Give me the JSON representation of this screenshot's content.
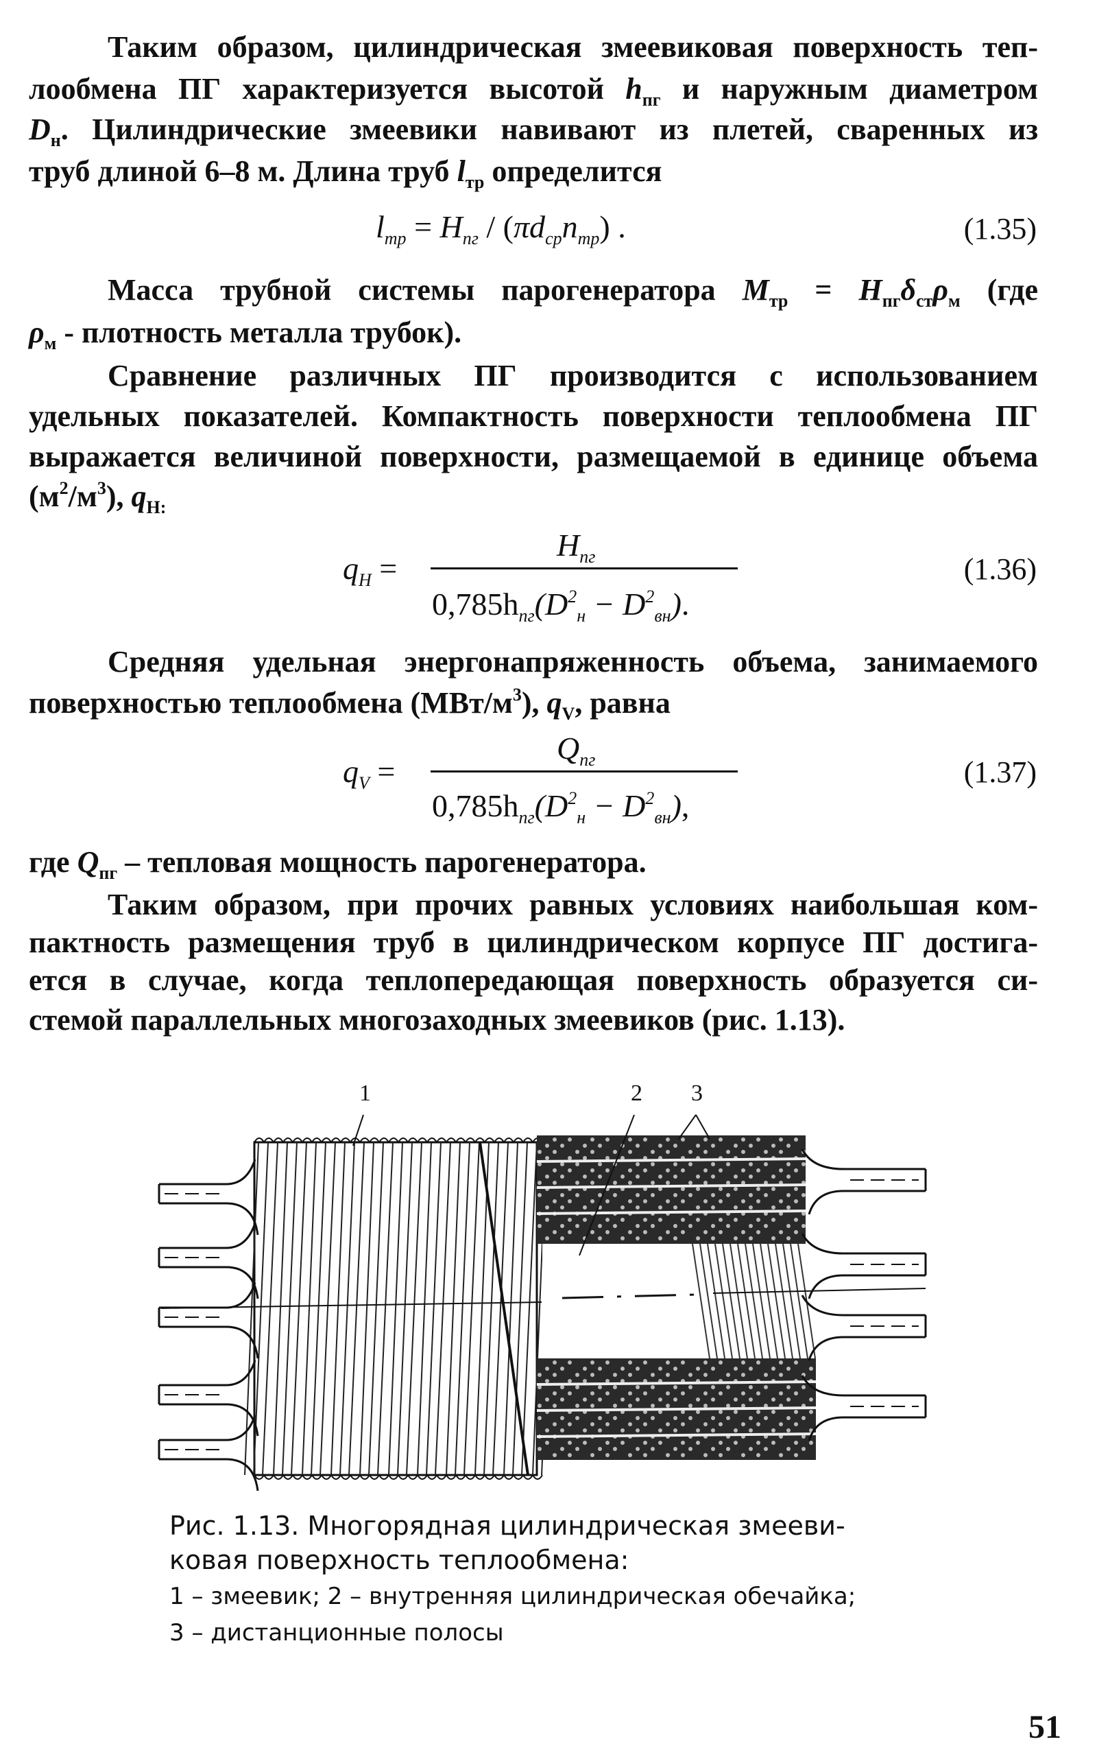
{
  "paragraphs": {
    "p1": [
      "Таким образом, цилиндрическая змеевиковая поверхность теп-",
      [
        "лообмена ПГ характеризуется высотой ",
        "h",
        "пг",
        " и наружным диаметром"
      ],
      [
        "D",
        "н",
        ". Цилиндрические змеевики навивают из плетей, сваренных из"
      ],
      [
        "труб длиной 6–8 м. Длина труб ",
        "l",
        "тр",
        " определится"
      ]
    ],
    "p2": [
      [
        "Масса трубной системы парогенератора ",
        "M",
        "тр",
        " = ",
        "H",
        "пг",
        "δ",
        "ст",
        "ρ",
        "м",
        " (где"
      ],
      [
        "ρ",
        "м",
        " - плотность металла трубок)."
      ]
    ],
    "p3": [
      "Сравнение различных ПГ производится с использованием",
      "удельных показателей. Компактность поверхности теплообмена ПГ",
      "выражается величиной поверхности, размещаемой в единице объема",
      [
        "(м",
        "2",
        "/м",
        "3",
        "), ",
        "q",
        "H",
        ":"
      ]
    ],
    "p4": [
      "Средняя удельная энергонапряженность объема, занимаемого",
      [
        "поверхностью теплообмена (МВт/м",
        "3",
        "), ",
        "q",
        "V",
        ", равна"
      ]
    ],
    "p5": [
      [
        "где ",
        "Q",
        "пг",
        " – тепловая мощность парогенератора."
      ]
    ],
    "p6": [
      "Таким образом, при прочих равных условиях наибольшая ком-",
      "пактность размещения труб в цилиндрическом корпусе ПГ достига-",
      "ется в случае, когда теплопередающая поверхность образуется си-",
      "стемой параллельных многозаходных змеевиков (рис. 1.13)."
    ]
  },
  "equations": {
    "e135": {
      "lhs": "l",
      "lhs_sub": "тр",
      "eq": " = ",
      "h": "H",
      "h_sub": "пг",
      "slash": " / (",
      "pi": "πd",
      "d_sub": "ср",
      "n": "n",
      "n_sub": "тр",
      "close": ") .",
      "number": "(1.35)"
    },
    "e136": {
      "lhs": "q",
      "lhs_sub": "H",
      "num": "H",
      "num_sub": "пг",
      "den_a": "0,785h",
      "den_a_sub": "пг",
      "den_b": "(D",
      "den_b_sup": "2",
      "den_b_sub": "н",
      "minus": " − D",
      "den_c_sup": "2",
      "den_c_sub": "вн",
      "den_close": ")",
      "trail": ".",
      "number": "(1.36)"
    },
    "e137": {
      "lhs": "q",
      "lhs_sub": "V",
      "num": "Q",
      "num_sub": "пг",
      "den_a": "0,785h",
      "den_a_sub": "пг",
      "den_b": "(D",
      "den_b_sup": "2",
      "den_b_sub": "н",
      "minus": " − D",
      "den_c_sup": "2",
      "den_c_sub": "вн",
      "den_close": ")",
      "trail": ",",
      "number": "(1.37)"
    }
  },
  "figure": {
    "labels": [
      "1",
      "2",
      "3"
    ],
    "caption": [
      "Рис. 1.13. Многорядная цилиндрическая змееви-",
      "ковая поверхность теплообмена:",
      "1 – змеевик; 2 – внутренняя цилиндрическая обечайка;",
      "3 – дистанционные полосы"
    ]
  },
  "page_number": "51"
}
